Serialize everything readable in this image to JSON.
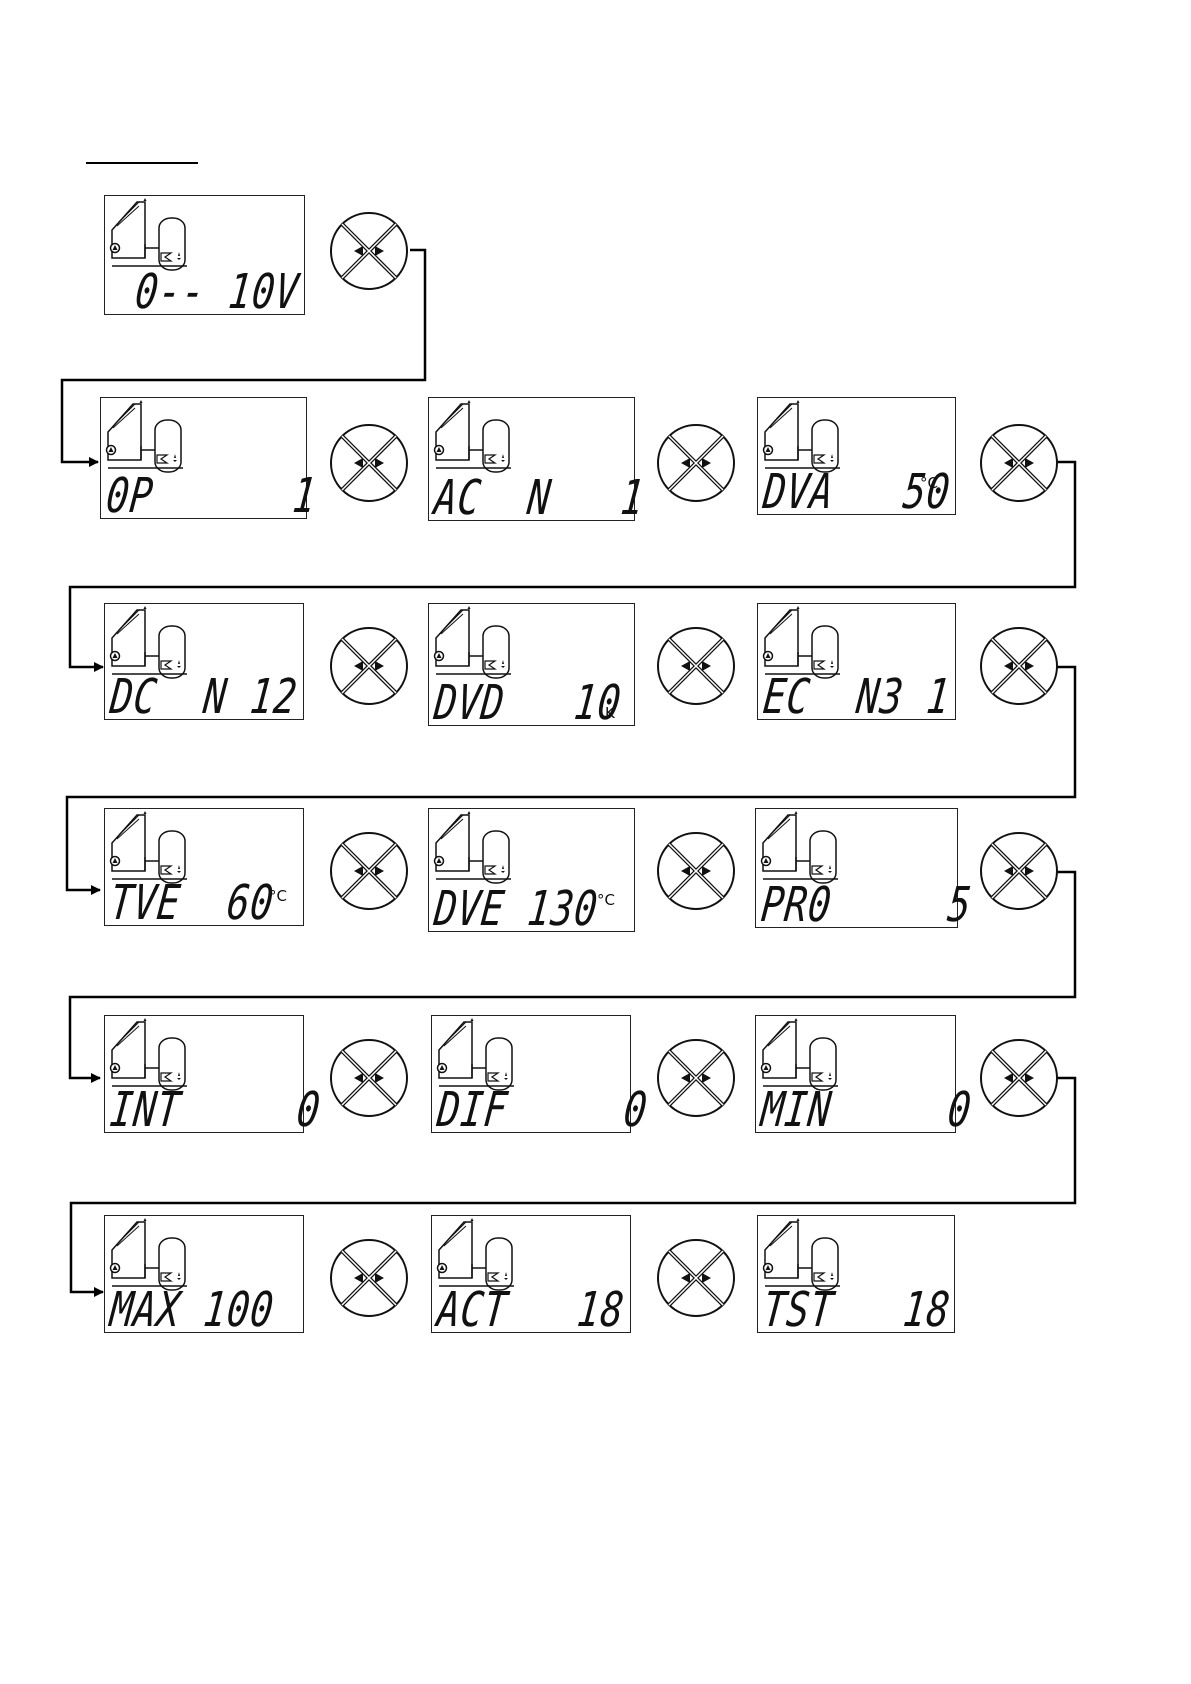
{
  "screens": [
    {
      "text": "0-- 10V",
      "unit": ""
    },
    {
      "text": "0P      1",
      "unit": ""
    },
    {
      "text": "AC  N   1",
      "unit": ""
    },
    {
      "text": "DVA   50",
      "unit": "°C"
    },
    {
      "text": "DC  N 12",
      "unit": ""
    },
    {
      "text": "DVD   10",
      "unit": "K"
    },
    {
      "text": "EC  N3 1",
      "unit": ""
    },
    {
      "text": "TVE  60",
      "unit": "°C"
    },
    {
      "text": "DVE 130",
      "unit": "°C"
    },
    {
      "text": "PR0     5",
      "unit": ""
    },
    {
      "text": "INT     0",
      "unit": ""
    },
    {
      "text": "DIF     0",
      "unit": ""
    },
    {
      "text": "MIN     0",
      "unit": ""
    },
    {
      "text": "MAX 100",
      "unit": ""
    },
    {
      "text": "ACT   18",
      "unit": ""
    },
    {
      "text": "TST   18",
      "unit": ""
    }
  ],
  "icons": {
    "screen_symbol": "solar-collector-pump-tank-icon",
    "navigation_button": "four-way-nav-button-icon"
  }
}
